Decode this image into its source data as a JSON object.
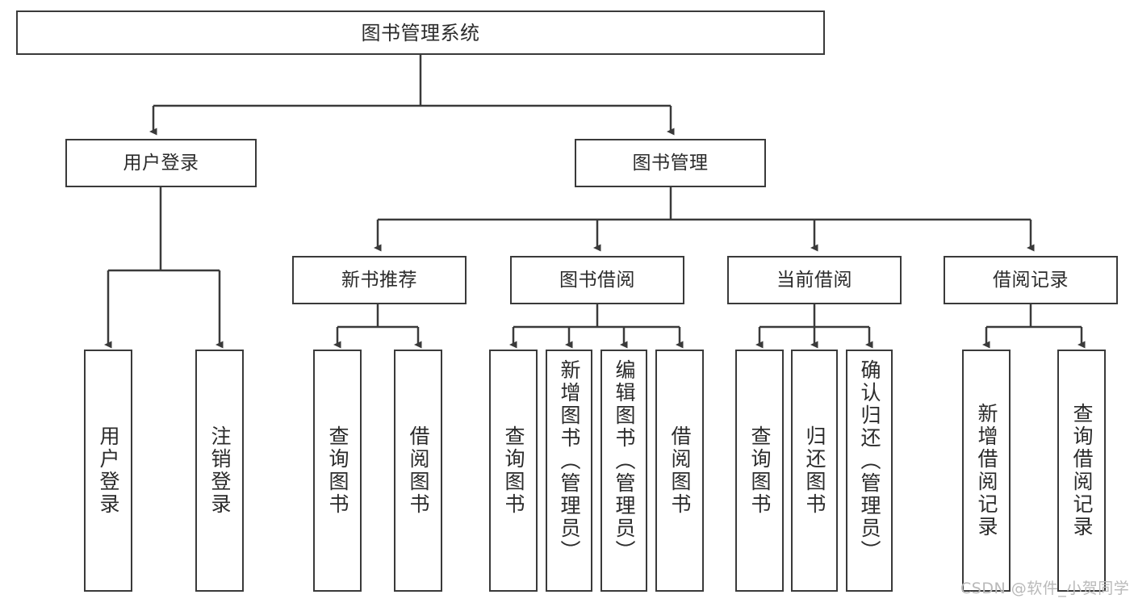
{
  "diagram": {
    "title": "图书管理系统",
    "type": "功能结构图",
    "root": {
      "label": "图书管理系统"
    },
    "level1": [
      {
        "label": "用户登录"
      },
      {
        "label": "图书管理"
      }
    ],
    "level2": [
      {
        "label": "新书推荐",
        "parent": "图书管理"
      },
      {
        "label": "图书借阅",
        "parent": "图书管理"
      },
      {
        "label": "当前借阅",
        "parent": "图书管理"
      },
      {
        "label": "借阅记录",
        "parent": "图书管理"
      }
    ],
    "leaves": {
      "user_login": [
        {
          "label": "用户登录"
        },
        {
          "label": "注销登录"
        }
      ],
      "new_book_recommend": [
        {
          "label": "查询图书"
        },
        {
          "label": "借阅图书"
        }
      ],
      "book_borrow": [
        {
          "label": "查询图书"
        },
        {
          "label": "新增图书（管理员）"
        },
        {
          "label": "编辑图书（管理员）"
        },
        {
          "label": "借阅图书"
        }
      ],
      "current_borrow": [
        {
          "label": "查询图书"
        },
        {
          "label": "归还图书"
        },
        {
          "label": "确认归还（管理员）"
        }
      ],
      "borrow_record": [
        {
          "label": "新增借阅记录"
        },
        {
          "label": "查询借阅记录"
        }
      ]
    }
  },
  "watermark": {
    "text": "CSDN @软件_小贺同学"
  },
  "colors": {
    "stroke": "#3a3a3a",
    "text": "#2b2b2b",
    "background": "#ffffff",
    "watermark": "#b9b9b9"
  }
}
